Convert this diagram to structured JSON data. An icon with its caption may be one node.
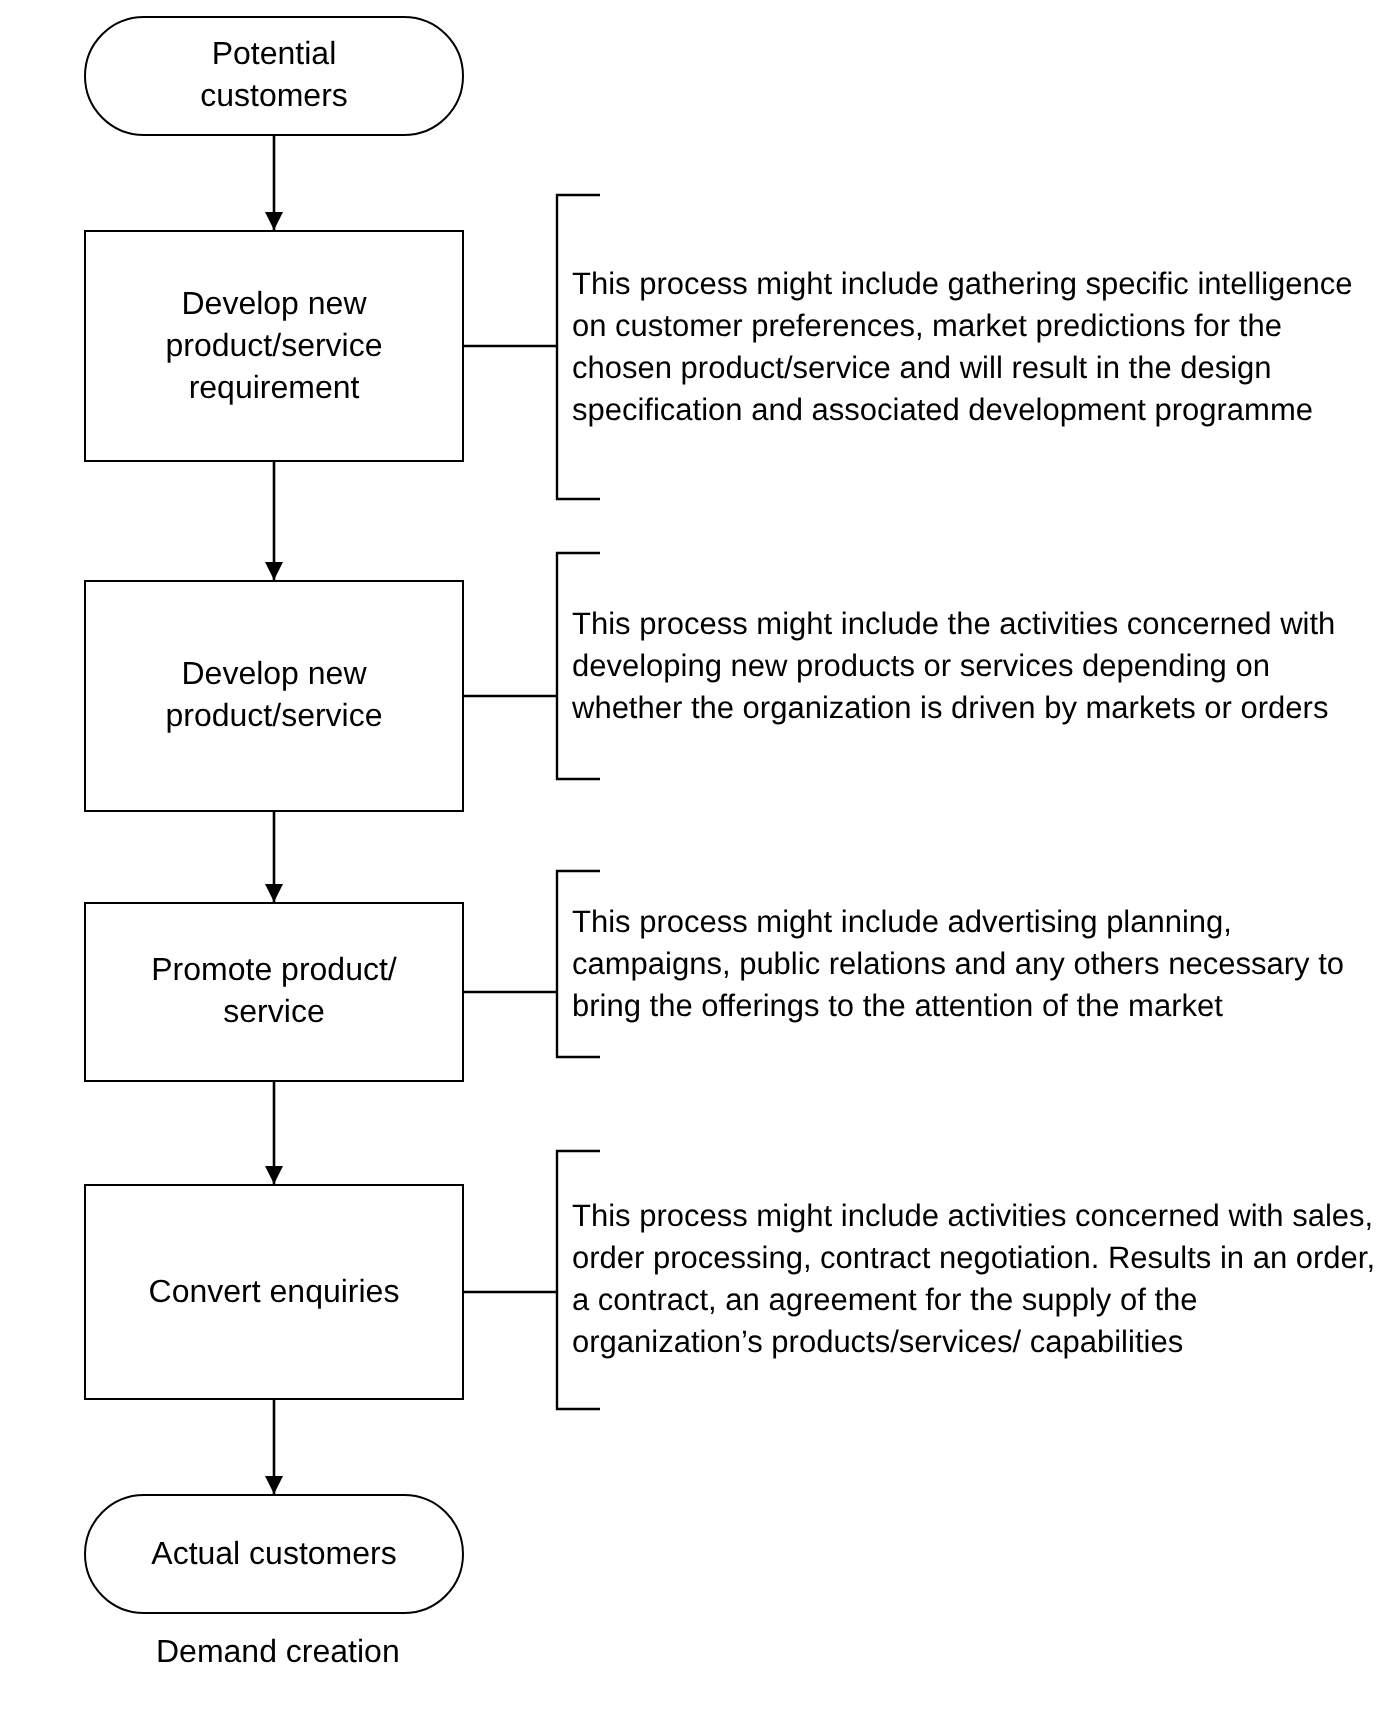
{
  "diagram": {
    "caption": "Demand creation",
    "nodes": [
      {
        "text": [
          "Potential customers"
        ]
      },
      {
        "text": [
          "Develop new product/service requirement"
        ]
      },
      {
        "text": [
          "This process might include gathering specific intelligence on customer preferences, market predictions for the chosen product/service and will result in the design specification and associated development programme"
        ]
      },
      {
        "text": [
          "Develop new product/service"
        ]
      },
      {
        "text": [
          "This process might include the activities concerned with developing new products or services depending on whether the organization is driven by markets or orders"
        ]
      },
      {
        "text": [
          "Promote product/ service"
        ]
      },
      {
        "text": [
          "This process might include advertising planning, campaigns, public relations and any others necessary to bring the offerings to the attention of the market"
        ]
      },
      {
        "text": [
          "Convert enquiries"
        ]
      },
      {
        "text": [
          "This process might include activities concerned with sales, order processing, contract negotiation. Results in an order, a contract, an agreement for the supply of the organization’s products/services/ capabilities"
        ]
      },
      {
        "text": [
          "Actual customers"
        ]
      }
    ],
    "edges": [
      {
        "from": 0,
        "to": 1,
        "arrow": "to"
      },
      {
        "from": 1,
        "to": 3,
        "arrow": "to"
      },
      {
        "from": 3,
        "to": 5,
        "arrow": "to"
      },
      {
        "from": 5,
        "to": 7,
        "arrow": "to"
      },
      {
        "from": 7,
        "to": 9,
        "arrow": "to"
      },
      {
        "from": 1,
        "to": 2,
        "arrow": "none"
      },
      {
        "from": 3,
        "to": 4,
        "arrow": "none"
      },
      {
        "from": 5,
        "to": 6,
        "arrow": "none"
      },
      {
        "from": 7,
        "to": 8,
        "arrow": "none"
      }
    ]
  }
}
